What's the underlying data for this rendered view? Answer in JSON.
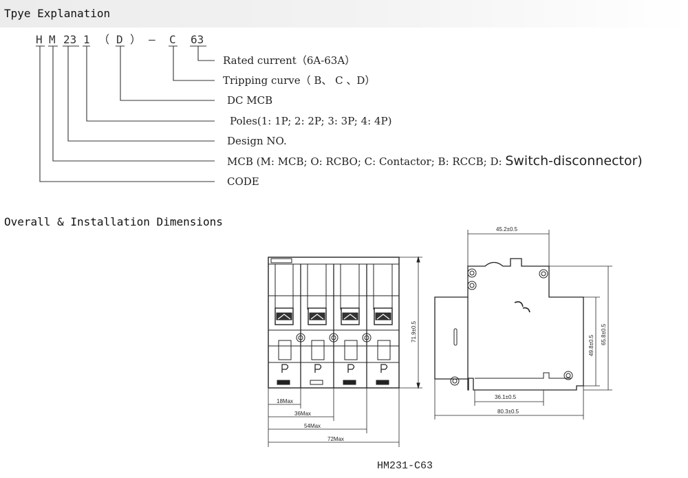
{
  "sections": {
    "type_title": "Tpye Explanation",
    "dims_title": "Overall & Installation Dimensions"
  },
  "model_code": {
    "chars": [
      "H",
      "M",
      "23",
      "1",
      "（",
      "D",
      "）",
      "—",
      "C",
      "63"
    ]
  },
  "explanations": [
    {
      "text": "Rated current（6A-63A）"
    },
    {
      "text": "Tripping curve（ B、 C 、D）"
    },
    {
      "text": "DC MCB"
    },
    {
      "text": "Poles(1: 1P;  2: 2P;  3: 3P;  4: 4P)"
    },
    {
      "text": "Design NO."
    },
    {
      "text": "MCB (M: MCB; O: RCBO; C: Contactor; B: RCCB; D: ",
      "text_big": "Switch-disconnector)"
    },
    {
      "text": "CODE"
    }
  ],
  "dimensions": {
    "front_widths": [
      "18Max",
      "36Max",
      "54Max",
      "72Max"
    ],
    "front_height": "71.9±0.5",
    "side_top_width": "45.2±0.5",
    "side_height_a": "49.8±0.5",
    "side_height_b": "65.8±0.5",
    "side_rail_width": "36.1±0.5",
    "side_total_width": "80.3±0.5"
  },
  "caption": "HM231-C63"
}
